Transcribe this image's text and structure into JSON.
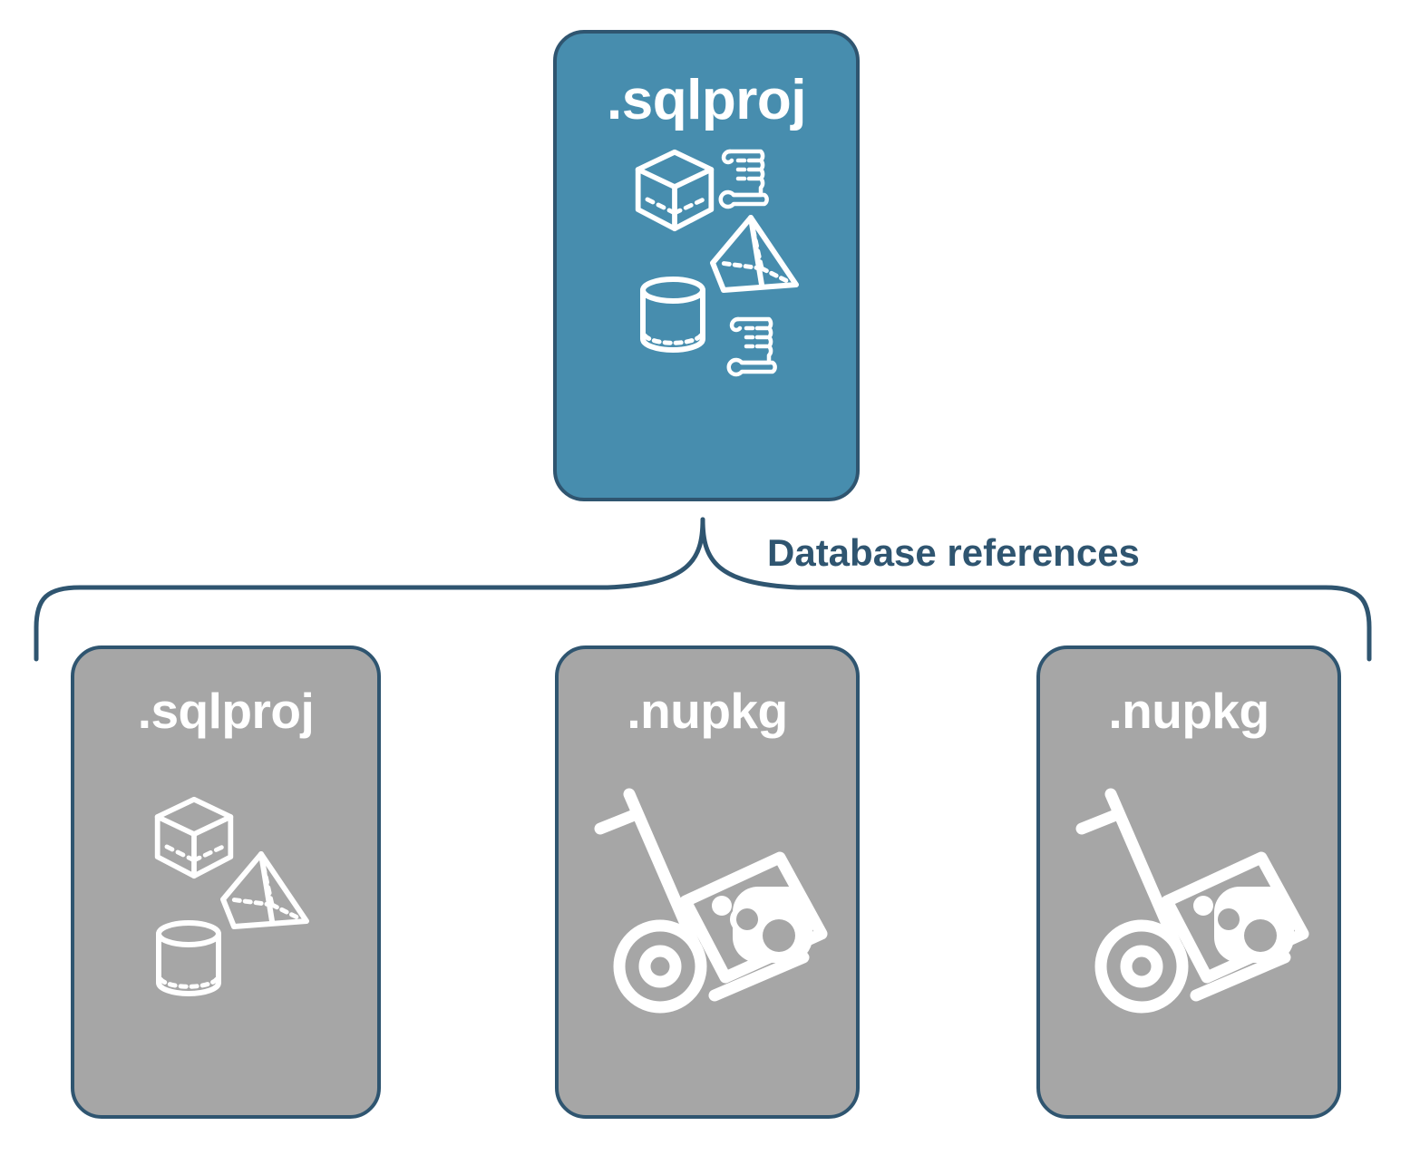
{
  "diagram": {
    "title_text": "Database references",
    "colors": {
      "primary_fill": "#478dae",
      "secondary_fill": "#a6a6a6",
      "stroke": "#2f5570",
      "label_text": "#2f5570",
      "glyph": "#ffffff",
      "background": "#ffffff"
    },
    "root": {
      "label": ".sqlproj",
      "icons": [
        "cube-icon",
        "scroll-icon",
        "pyramid-icon",
        "cylinder-icon",
        "scroll-icon"
      ]
    },
    "bracket": {
      "label": "Database references"
    },
    "references": [
      {
        "label": ".sqlproj",
        "kind": "sqlproj",
        "icons": [
          "cube-icon",
          "pyramid-icon",
          "cylinder-icon"
        ]
      },
      {
        "label": ".nupkg",
        "kind": "nupkg",
        "icons": [
          "hand-truck-package-icon"
        ]
      },
      {
        "label": ".nupkg",
        "kind": "nupkg",
        "icons": [
          "hand-truck-package-icon"
        ]
      }
    ]
  }
}
